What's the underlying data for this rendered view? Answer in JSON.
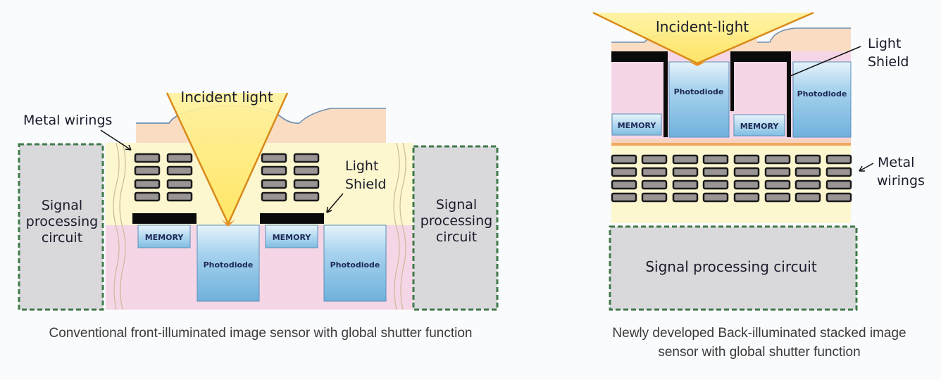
{
  "left_diagram": {
    "title": "Conventional front-illuminated image sensor with global shutter function",
    "incident_light": "Incident light",
    "metal_wirings": "Metal wirings",
    "light_shield": [
      "Light",
      "Shield"
    ],
    "signal_processing": [
      "Signal",
      "processing",
      "circuit"
    ],
    "memory": "MEMORY",
    "photodiode": "Photodiode"
  },
  "right_diagram": {
    "title": [
      "Newly developed Back-illuminated stacked image",
      "sensor with global shutter function"
    ],
    "incident_light": "Incident-light",
    "metal_wirings": [
      "Metal",
      "wirings"
    ],
    "light_shield": [
      "Light",
      "Shield"
    ],
    "signal_processing": "Signal processing circuit",
    "memory": "MEMORY",
    "photodiode": "Photodiode"
  },
  "colors": {
    "light_cone": "#ffe97a",
    "light_ray": "#d98a1a",
    "photodiode": "#8cc3e6",
    "memory": "#9fd0ea",
    "substrate_pink": "#f5d6e6",
    "wiring_layer": "#fdf7cf",
    "lens_layer": "#f9dcc2",
    "signal_box": "#d9d9dc",
    "signal_border": "#3f7a4a"
  }
}
